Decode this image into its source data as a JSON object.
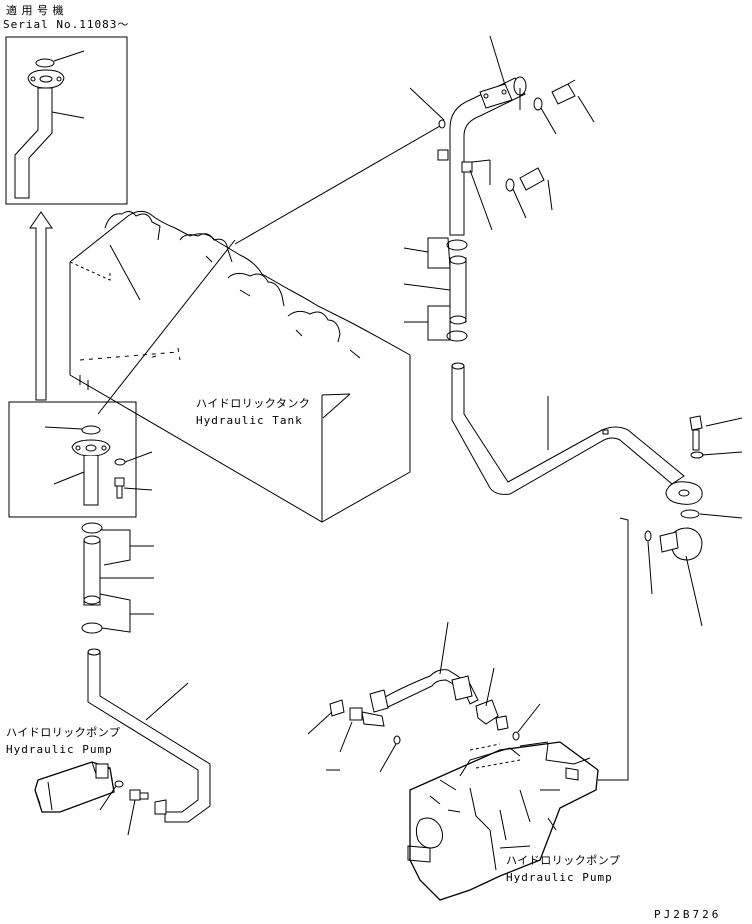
{
  "header": {
    "applicability": "適 用 号 機",
    "serial": "Serial No.11083～"
  },
  "labels": {
    "tank_jp": "ハイドロリックタンク",
    "tank_en": "Hydraulic Tank",
    "pump_left_jp": "ハイドロリックポンプ",
    "pump_left_en": "Hydraulic Pump",
    "pump_right_jp": "ハイドロリックポンプ",
    "pump_right_en": "Hydraulic Pump"
  },
  "drawing_code": "PJ2B726"
}
